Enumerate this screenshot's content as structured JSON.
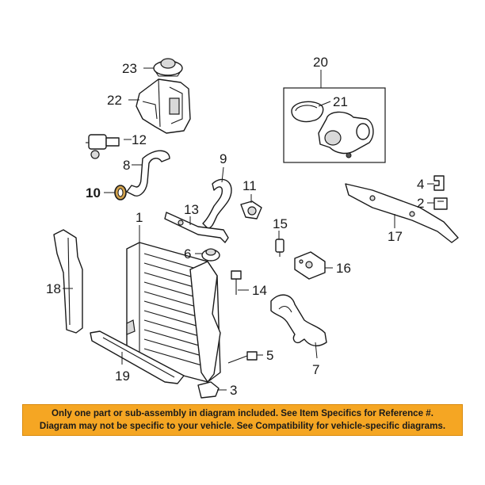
{
  "callouts": {
    "c1": "1",
    "c2": "2",
    "c3": "3",
    "c4": "4",
    "c5": "5",
    "c6": "6",
    "c7": "7",
    "c8": "8",
    "c9": "9",
    "c10": "10",
    "c11": "11",
    "c12": "12",
    "c13": "13",
    "c14": "14",
    "c15": "15",
    "c16": "16",
    "c17": "17",
    "c18": "18",
    "c19": "19",
    "c20": "20",
    "c21": "21",
    "c22": "22",
    "c23": "23"
  },
  "highlighted_part": "10",
  "notice": {
    "line1": "Only one part or sub-assembly in diagram included. See Item Specifics for Reference #.",
    "line2": "Diagram may not be specific to your vehicle. See Compatibility for vehicle-specific diagrams.",
    "background": "#f5a623"
  }
}
